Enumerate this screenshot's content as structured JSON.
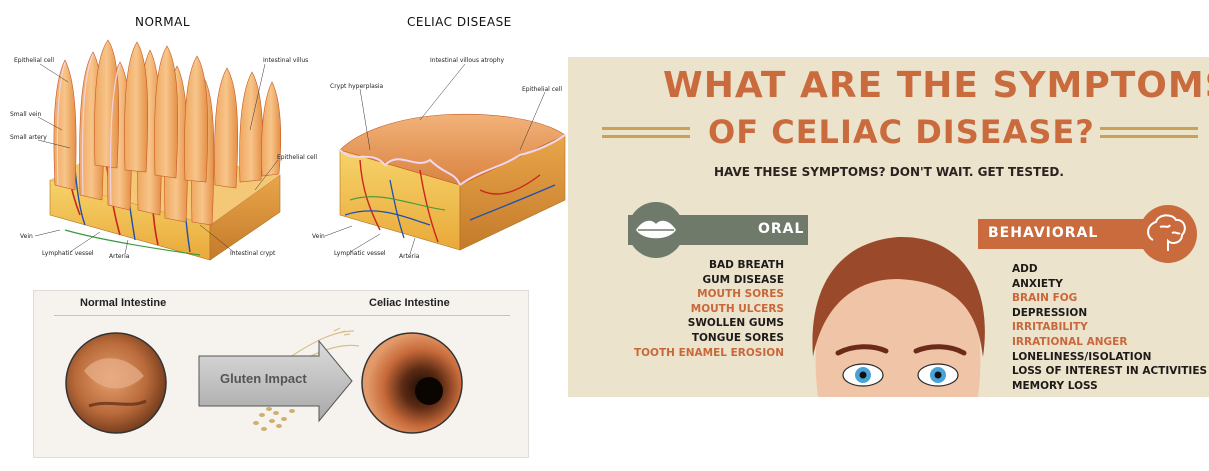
{
  "diagram": {
    "normal_title": "NORMAL",
    "celiac_title": "CELIAC DISEASE",
    "normal_labels": {
      "epithelial_cell_top": "Epithelial cell",
      "intestinal_villus": "Intestinal villus",
      "small_vein": "Small vein",
      "small_artery": "Small artery",
      "epithelial_cell_right": "Epithelial cell",
      "vein": "Vein",
      "lymphatic_vessel": "Lymphatic vessel",
      "arteria": "Arteria",
      "intestinal_crypt": "Intestinal crypt"
    },
    "celiac_labels": {
      "crypt_hyperplasia": "Crypt hyperplasia",
      "villous_atrophy": "Intestinal villous atrophy",
      "epithelial_cell": "Epithelial cell",
      "vein": "Vein",
      "lymphatic_vessel": "Lymphatic vessel",
      "arteria": "Arteria"
    }
  },
  "photo": {
    "normal_heading": "Normal Intestine",
    "celiac_heading": "Celiac Intestine",
    "arrow_label": "Gluten Impact"
  },
  "infographic": {
    "title_line1": "WHAT ARE THE SYMPTOMS",
    "title_line2": "OF CELIAC DISEASE?",
    "subtitle": "HAVE THESE SYMPTOMS? DON'T WAIT. GET TESTED.",
    "oral": {
      "label": "ORAL",
      "icon": "lips-icon",
      "symptoms": [
        {
          "text": "BAD BREATH",
          "highlight": false
        },
        {
          "text": "GUM DISEASE",
          "highlight": false
        },
        {
          "text": "MOUTH SORES",
          "highlight": true
        },
        {
          "text": "MOUTH ULCERS",
          "highlight": true
        },
        {
          "text": "SWOLLEN GUMS",
          "highlight": false
        },
        {
          "text": "TONGUE SORES",
          "highlight": false
        },
        {
          "text": "TOOTH ENAMEL EROSION",
          "highlight": true
        }
      ]
    },
    "behavioral": {
      "label": "BEHAVIORAL",
      "icon": "brain-icon",
      "symptoms": [
        {
          "text": "ADD",
          "highlight": false
        },
        {
          "text": "ANXIETY",
          "highlight": false
        },
        {
          "text": "BRAIN FOG",
          "highlight": true
        },
        {
          "text": "DEPRESSION",
          "highlight": false
        },
        {
          "text": "IRRITABILITY",
          "highlight": true
        },
        {
          "text": "IRRATIONAL ANGER",
          "highlight": true
        },
        {
          "text": "LONELINESS/ISOLATION",
          "highlight": false
        },
        {
          "text": "LOSS OF INTEREST IN ACTIVITIES",
          "highlight": false
        },
        {
          "text": "MEMORY LOSS",
          "highlight": false
        }
      ]
    },
    "colors": {
      "accent": "#c96b3c",
      "oral_badge": "#6f7a6b",
      "background": "#ece3cd",
      "text_dark": "#1d1a18"
    }
  }
}
